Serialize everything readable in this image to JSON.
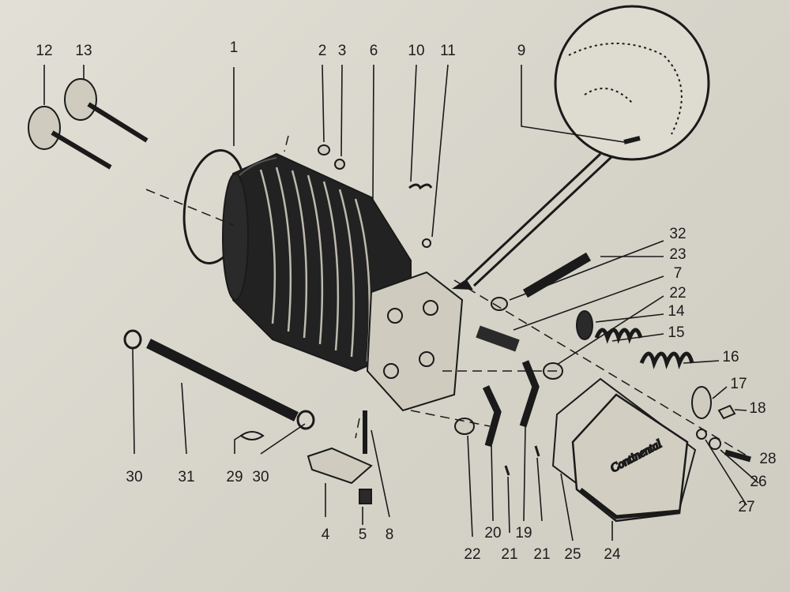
{
  "figure": {
    "brand_text": "Continental",
    "callouts": [
      "1",
      "2",
      "3",
      "4",
      "5",
      "6",
      "7",
      "8",
      "9",
      "10",
      "11",
      "12",
      "13",
      "14",
      "15",
      "16",
      "17",
      "18",
      "19",
      "20",
      "21",
      "21",
      "22",
      "22",
      "23",
      "24",
      "25",
      "26",
      "27",
      "28",
      "29",
      "30",
      "30",
      "31",
      "32"
    ]
  }
}
